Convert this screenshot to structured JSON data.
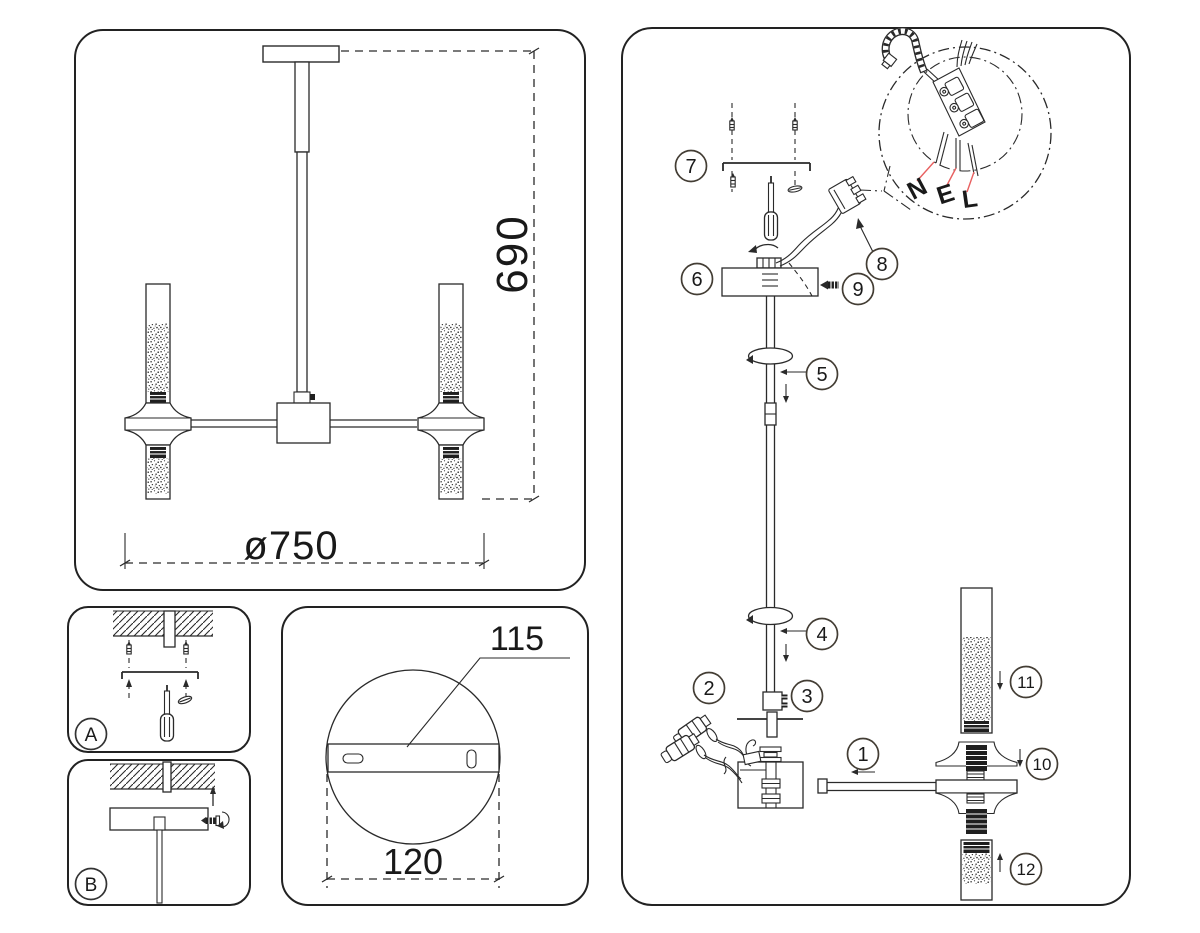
{
  "colors": {
    "line": "#2a2a2a",
    "step_circle_stroke": "#433d34",
    "wire_leader_red": "#e86060",
    "dark_fill": "#1f1f1f",
    "background": "#ffffff"
  },
  "front_view": {
    "height_label": "690",
    "diameter_label": "ø750"
  },
  "panel_a": {
    "label": "A"
  },
  "panel_b": {
    "label": "B"
  },
  "canopy_detail": {
    "bracket_width_label": "115",
    "canopy_width_label": "120"
  },
  "assembly": {
    "step_labels": [
      "1",
      "2",
      "3",
      "4",
      "5",
      "6",
      "7",
      "8",
      "9",
      "10",
      "11",
      "12"
    ],
    "wire_labels": [
      "N",
      "E",
      "L"
    ]
  }
}
